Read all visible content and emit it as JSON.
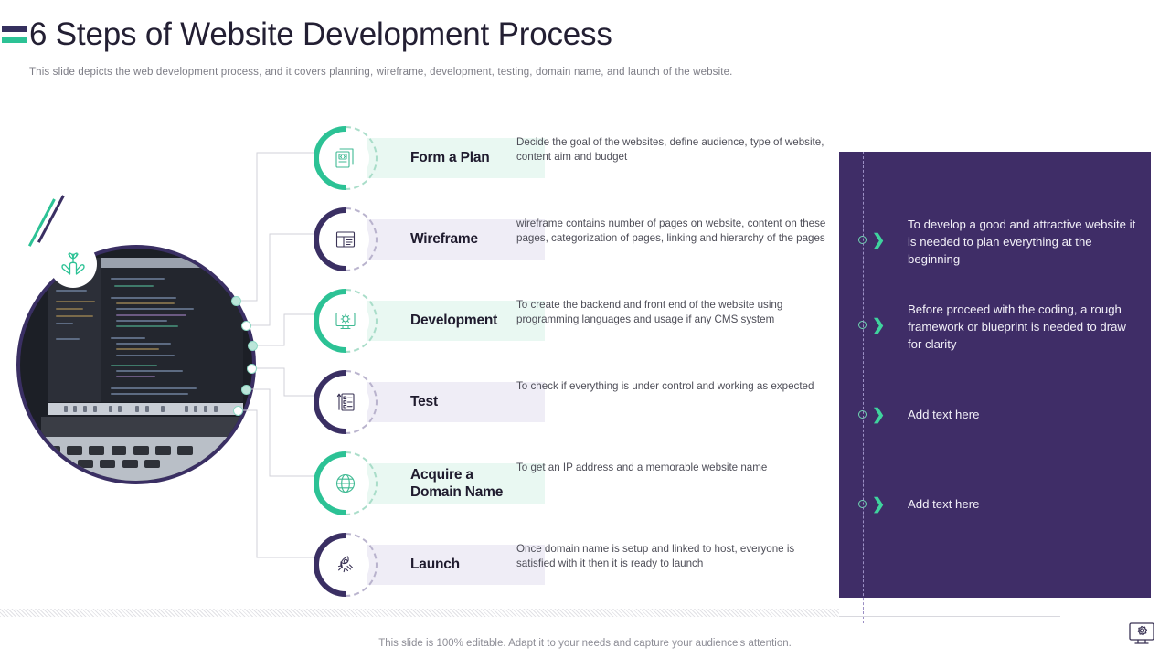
{
  "header": {
    "title": "6 Steps of Website Development Process",
    "subtitle": "This slide depicts the web development  process, and it covers planning, wireframe,  development,  testing, domain name,  and launch of the website.",
    "accent_dark": "#35305e",
    "accent_teal": "#2cc295"
  },
  "photo": {
    "badge_icon": "hands-plant-icon",
    "alt_label": "laptop-with-code-photo"
  },
  "steps": [
    {
      "title": "Form a Plan",
      "desc": "Decide the goal of the websites, define  audience, type of website, content aim and budget",
      "icon": "code-document-icon",
      "theme": "green",
      "pill_color": "#e9f8f2",
      "arc_color": "#2cc295"
    },
    {
      "title": "Wireframe",
      "desc": "wireframe  contains number of pages on website, content on these pages, categorization of pages, linking and hierarchy of the pages",
      "icon": "wireframe-layout-icon",
      "theme": "purple",
      "pill_color": "#efedf6",
      "arc_color": "#3a2f63"
    },
    {
      "title": "Development",
      "desc": "To create the backend and front end of the website using programming  languages  and usage if any CMS system",
      "icon": "monitor-gear-icon",
      "theme": "green",
      "pill_color": "#e9f8f2",
      "arc_color": "#2cc295"
    },
    {
      "title": "Test",
      "desc": "To check if everything  is under control and working as expected",
      "icon": "checklist-pen-icon",
      "theme": "purple",
      "pill_color": "#efedf6",
      "arc_color": "#3a2f63"
    },
    {
      "title": "Acquire a\nDomain Name",
      "desc": "To get an IP address and a memorable website name",
      "icon": "globe-icon",
      "theme": "green",
      "pill_color": "#e9f8f2",
      "arc_color": "#2cc295"
    },
    {
      "title": "Launch",
      "desc": "Once domain name is setup and linked to host, everyone  is satisfied with it then it is ready to launch",
      "icon": "rocket-icon",
      "theme": "purple",
      "pill_color": "#efedf6",
      "arc_color": "#3a2f63"
    }
  ],
  "right_panel": {
    "background": "#3f2d67",
    "chevron_color": "#3fd39e",
    "items": [
      {
        "text": "To develop a good and attractive website it is needed to plan everything  at the beginning"
      },
      {
        "text": "Before proceed with the coding, a rough framework or blueprint is needed to draw for clarity"
      },
      {
        "text": "Add text here"
      },
      {
        "text": "Add text here"
      }
    ]
  },
  "footer": {
    "note": "This slide is 100% editable. Adapt it to your needs and capture your audience's attention.",
    "icon": "monitor-gear-icon"
  }
}
